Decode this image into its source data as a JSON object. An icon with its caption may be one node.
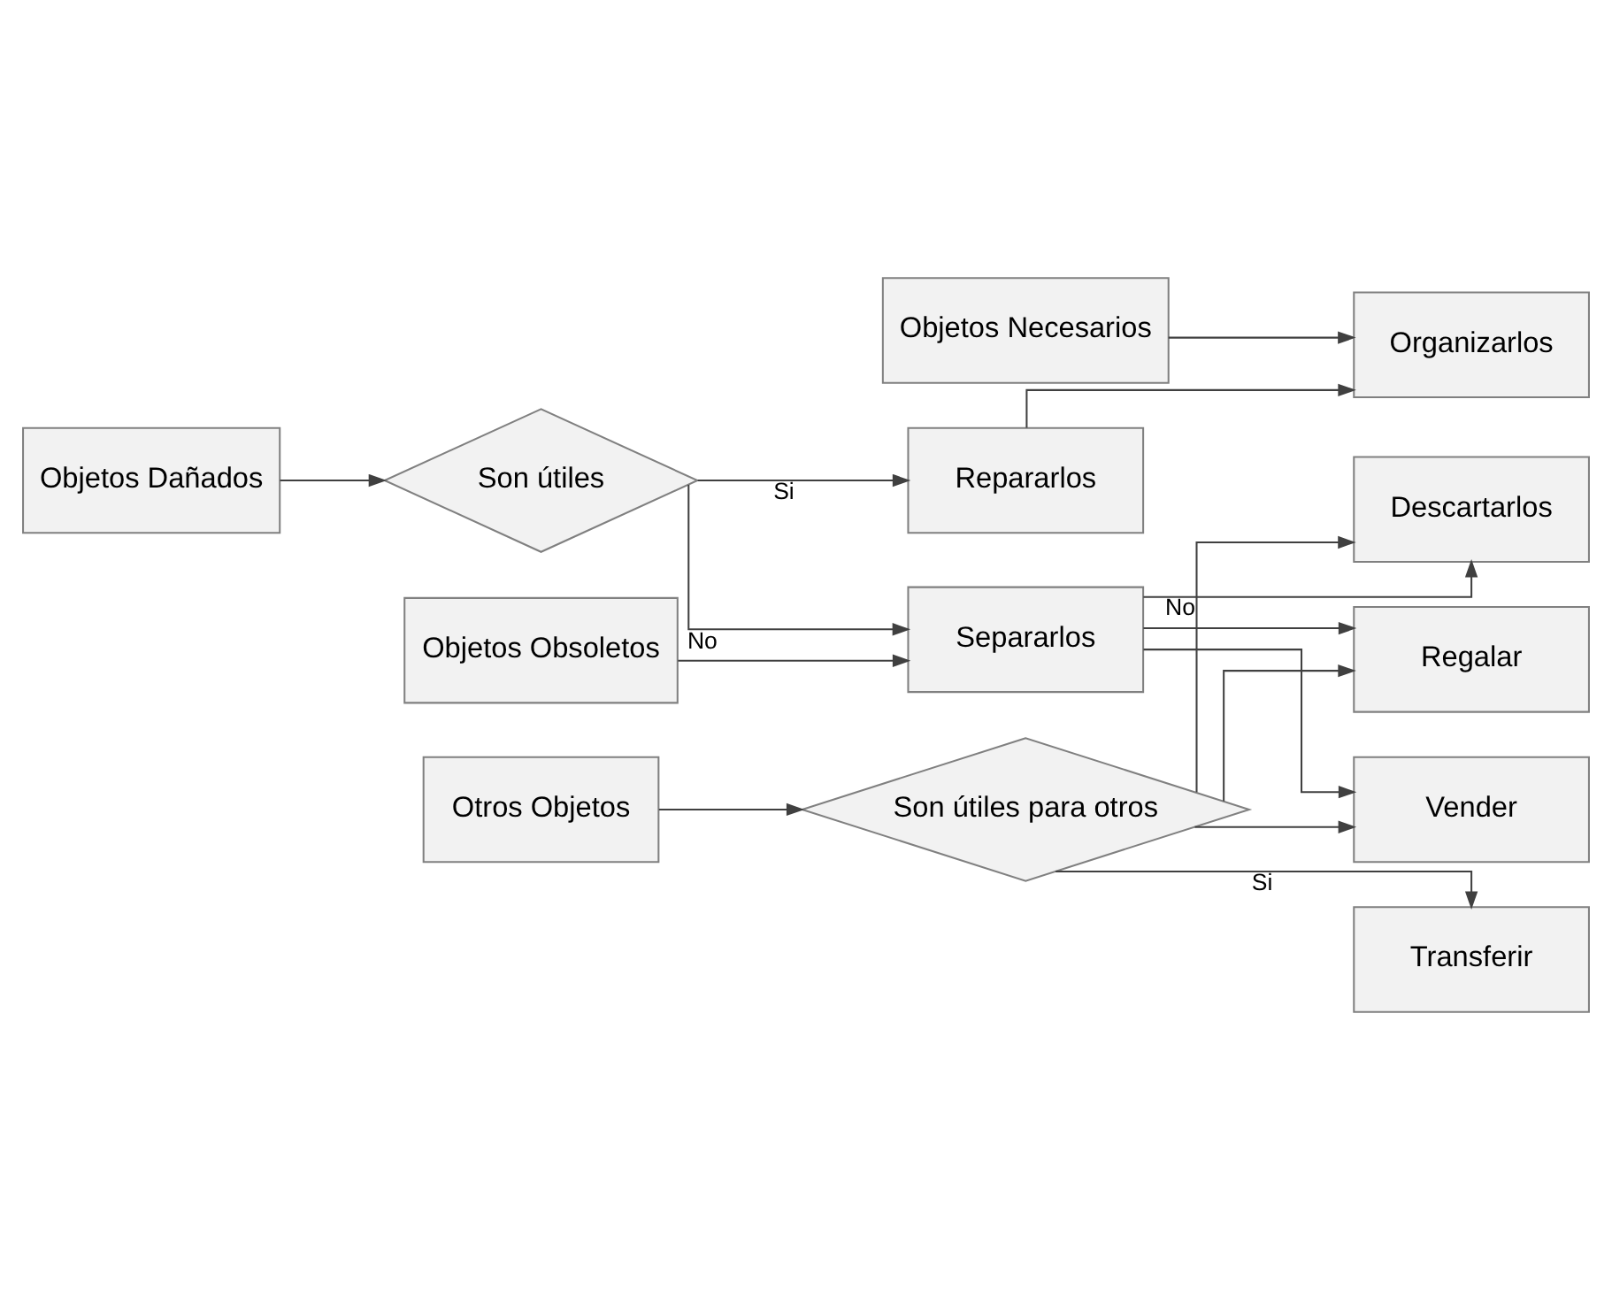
{
  "diagram": {
    "nodes": [
      {
        "text": [
          "Organizarlos"
        ]
      },
      {
        "text": [
          "Objetos Necesarios"
        ]
      },
      {
        "text": [
          "Repararlos"
        ]
      },
      {
        "text": [
          "Son útiles"
        ]
      },
      {
        "text": [
          "Objetos Dañados"
        ]
      },
      {
        "text": [
          "Separarlos"
        ]
      },
      {
        "text": [
          "Descartarlos"
        ]
      },
      {
        "text": [
          "Objetos Obsoletos"
        ]
      },
      {
        "text": [
          "Regalar"
        ]
      },
      {
        "text": [
          "Son útiles para otros"
        ]
      },
      {
        "text": [
          "Otros Objetos"
        ]
      },
      {
        "text": [
          "Vender"
        ]
      },
      {
        "text": [
          "Transferir"
        ]
      }
    ],
    "edges": [
      {
        "from": 1,
        "to": 0,
        "arrow": "to"
      },
      {
        "from": 4,
        "to": 3,
        "arrow": "to"
      },
      {
        "from": 3,
        "to": 2,
        "arrow": "to",
        "label": "Si"
      },
      {
        "from": 2,
        "to": 0,
        "arrow": "to"
      },
      {
        "from": 3,
        "to": 5,
        "arrow": "to",
        "label": "No"
      },
      {
        "from": 7,
        "to": 5,
        "arrow": "to"
      },
      {
        "from": 5,
        "to": 6,
        "arrow": "to"
      },
      {
        "from": 5,
        "to": 8,
        "arrow": "to"
      },
      {
        "from": 5,
        "to": 11,
        "arrow": "to"
      },
      {
        "from": 10,
        "to": 9,
        "arrow": "to"
      },
      {
        "from": 9,
        "to": 6,
        "arrow": "to",
        "label": "No"
      },
      {
        "from": 9,
        "to": 8,
        "arrow": "to"
      },
      {
        "from": 9,
        "to": 11,
        "arrow": "to"
      },
      {
        "from": 9,
        "to": 12,
        "arrow": "to",
        "label": "Si"
      }
    ]
  }
}
